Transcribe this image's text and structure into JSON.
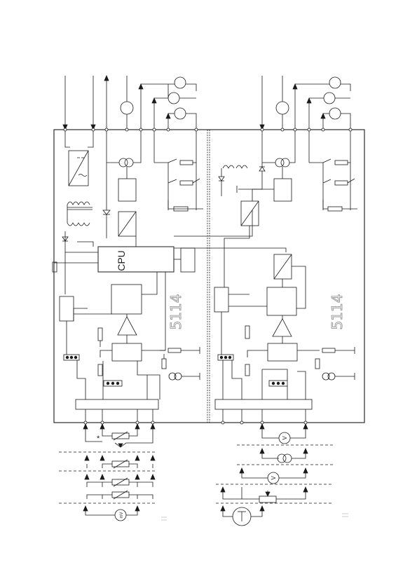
{
  "labels": {
    "cpu": "CPU",
    "product_left": "5114",
    "product_right": "5114",
    "asterisk": "*",
    "mv_symbol": "mV",
    "v_symbol_1": "V",
    "v_symbol_2": "V"
  }
}
